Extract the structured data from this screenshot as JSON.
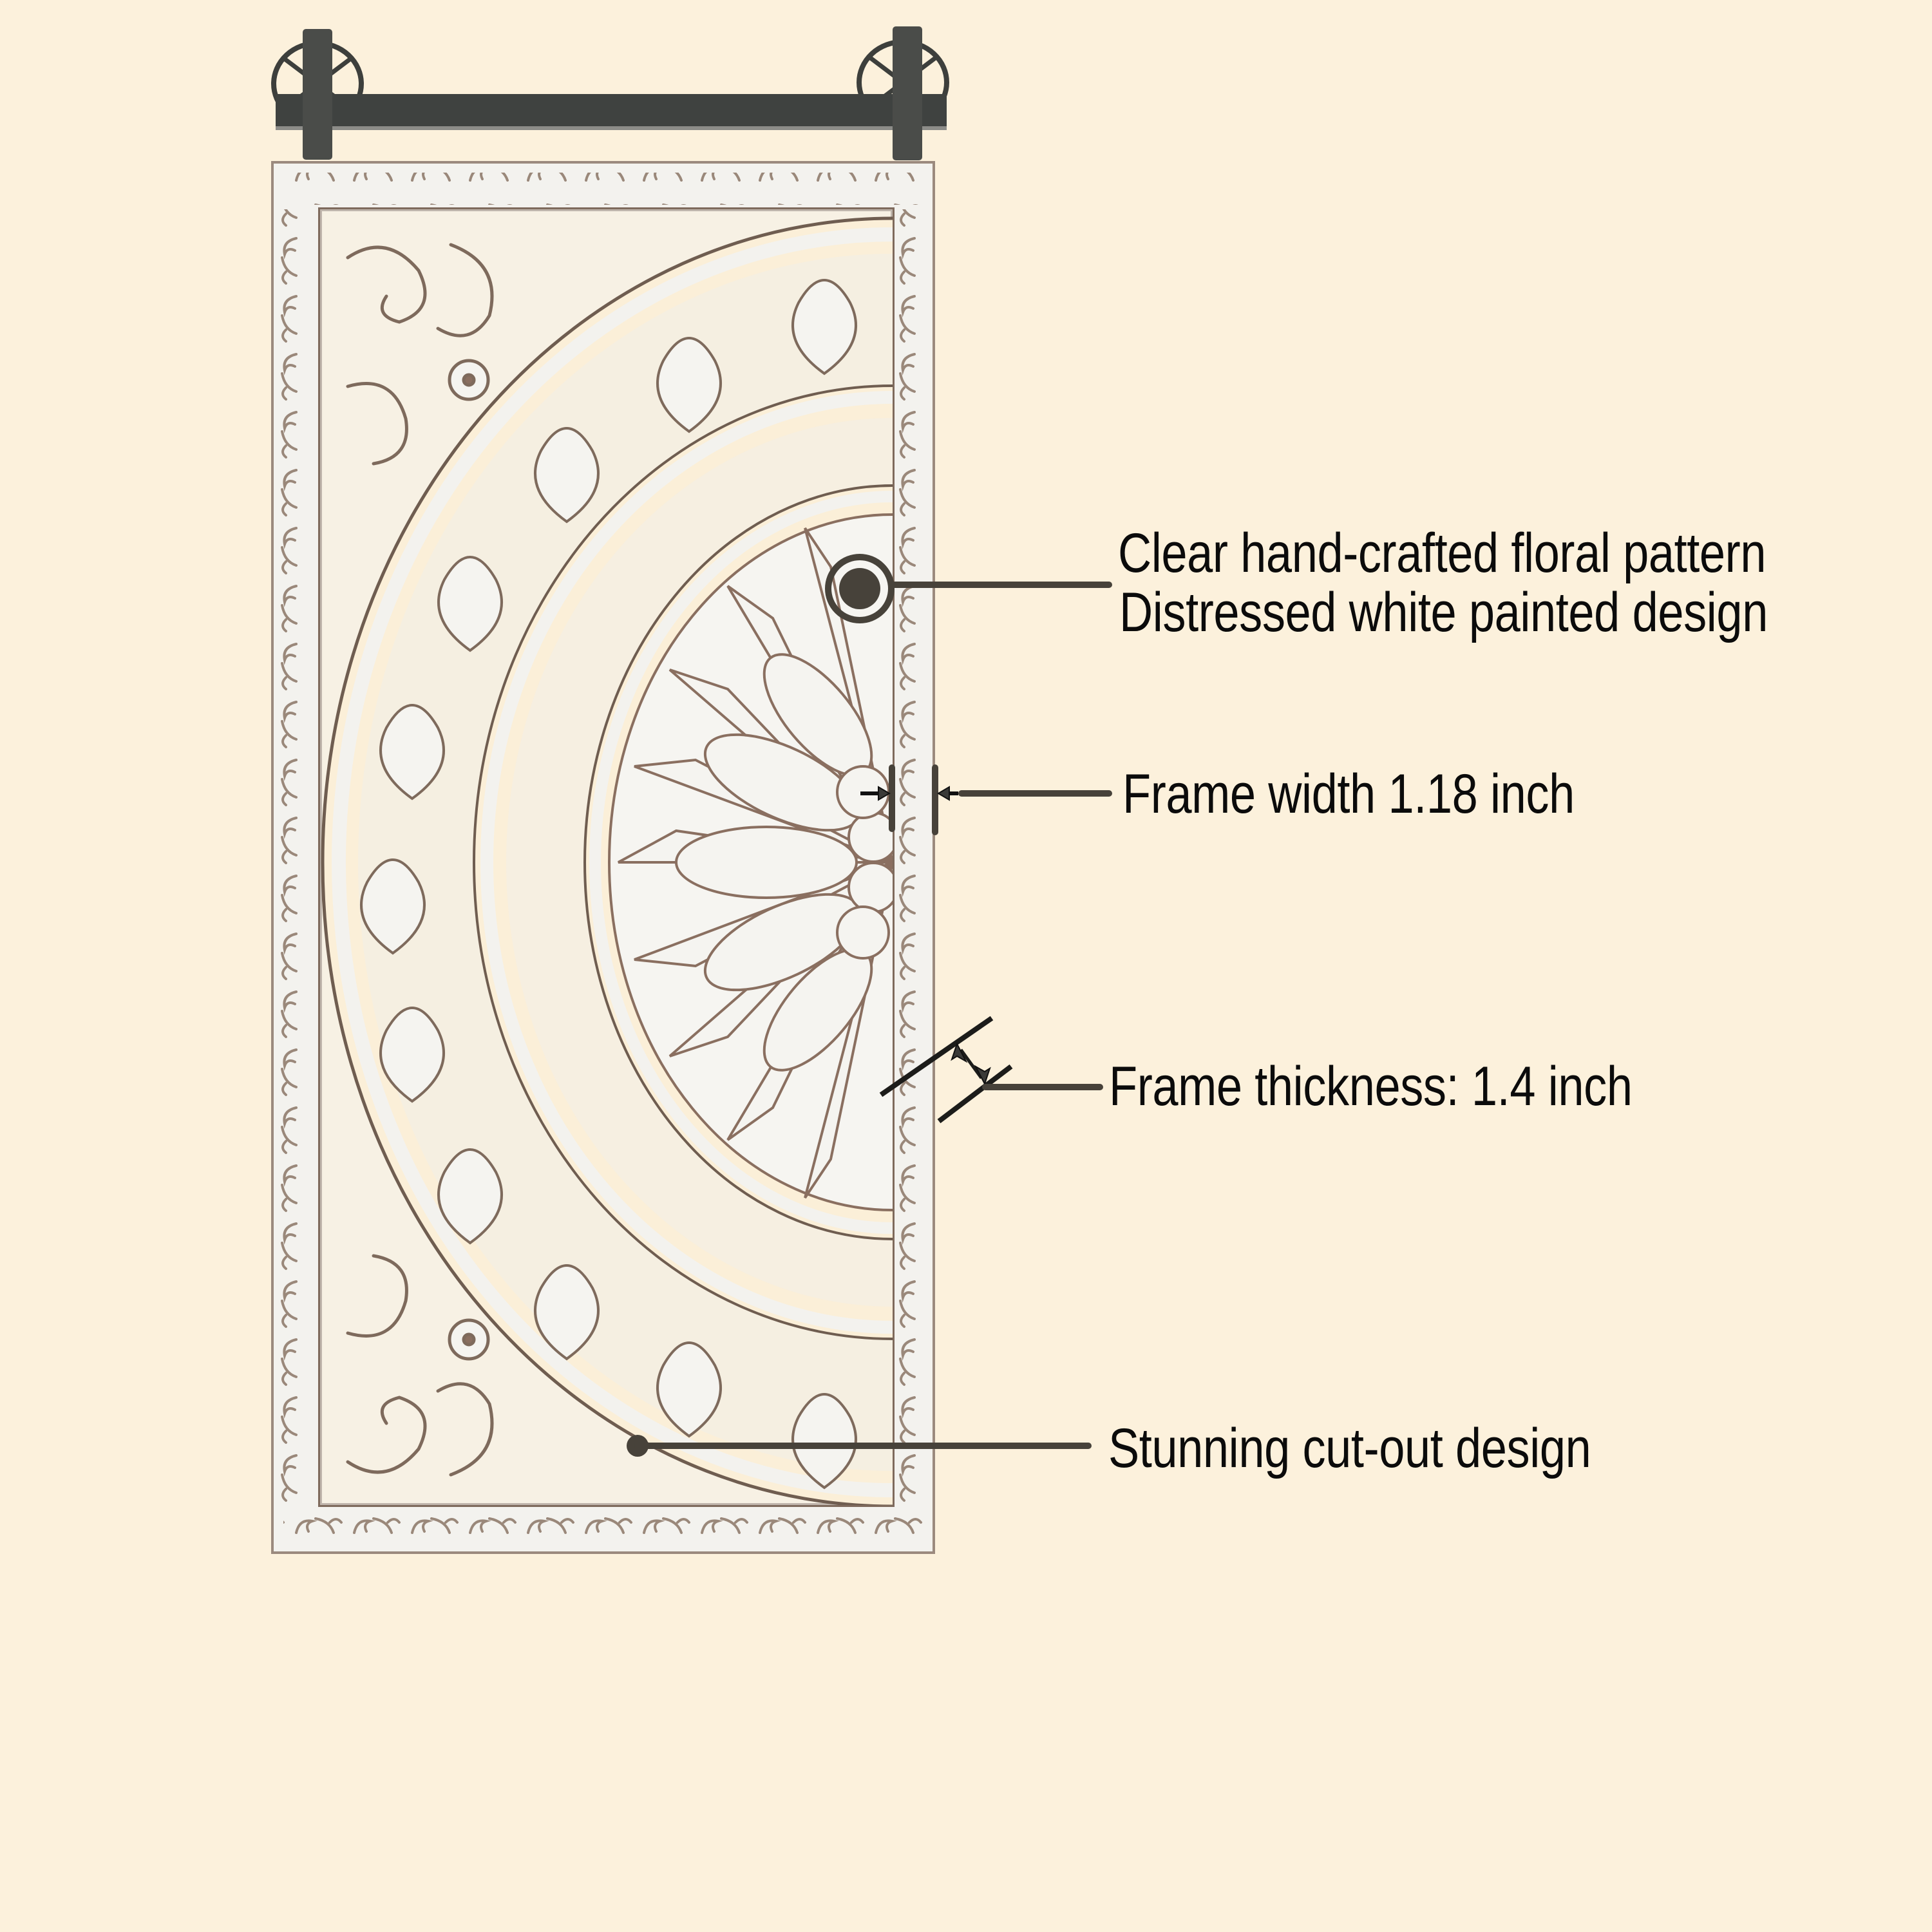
{
  "colors": {
    "background": "#fcf1dc",
    "panel": "#f3f2ee",
    "panel_shadow": "#8a7566",
    "cutout": "#fbefd8",
    "hanger": "#3d3f3c",
    "callout": "#47423a",
    "text": "#0b0b0b"
  },
  "product": {
    "name": "carved-floral-wall-panel-with-hanger",
    "hanger": "metal rail with two wheel hangers",
    "finish": "distressed white"
  },
  "callouts": [
    {
      "id": "pattern",
      "marker": "ring-dot",
      "lines": [
        "Clear hand-crafted floral pattern",
        "Distressed white painted design"
      ]
    },
    {
      "id": "frame-width",
      "marker": "width-arrows",
      "lines": [
        "Frame width 1.18 inch"
      ]
    },
    {
      "id": "frame-thickness",
      "marker": "thickness-arrows",
      "lines": [
        "Frame thickness: 1.4 inch"
      ]
    },
    {
      "id": "cutout",
      "marker": "dot",
      "lines": [
        "Stunning cut-out design"
      ]
    }
  ]
}
